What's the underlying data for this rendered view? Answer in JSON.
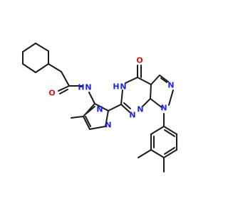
{
  "colors": {
    "bond": "#1a1a1a",
    "nitrogen": "#2020e0",
    "oxygen": "#e01010",
    "background": "#ffffff"
  },
  "atoms": {
    "amide_o": "O",
    "amide_nh": "N",
    "amide_nh_h": "H",
    "ring_o": "O",
    "ring_nh": "N",
    "ring_nh_h": "H",
    "pz_n1": "N",
    "pz_n2": "N",
    "n_a": "N",
    "n_b": "N",
    "n_c": "N",
    "n_d": "N"
  }
}
